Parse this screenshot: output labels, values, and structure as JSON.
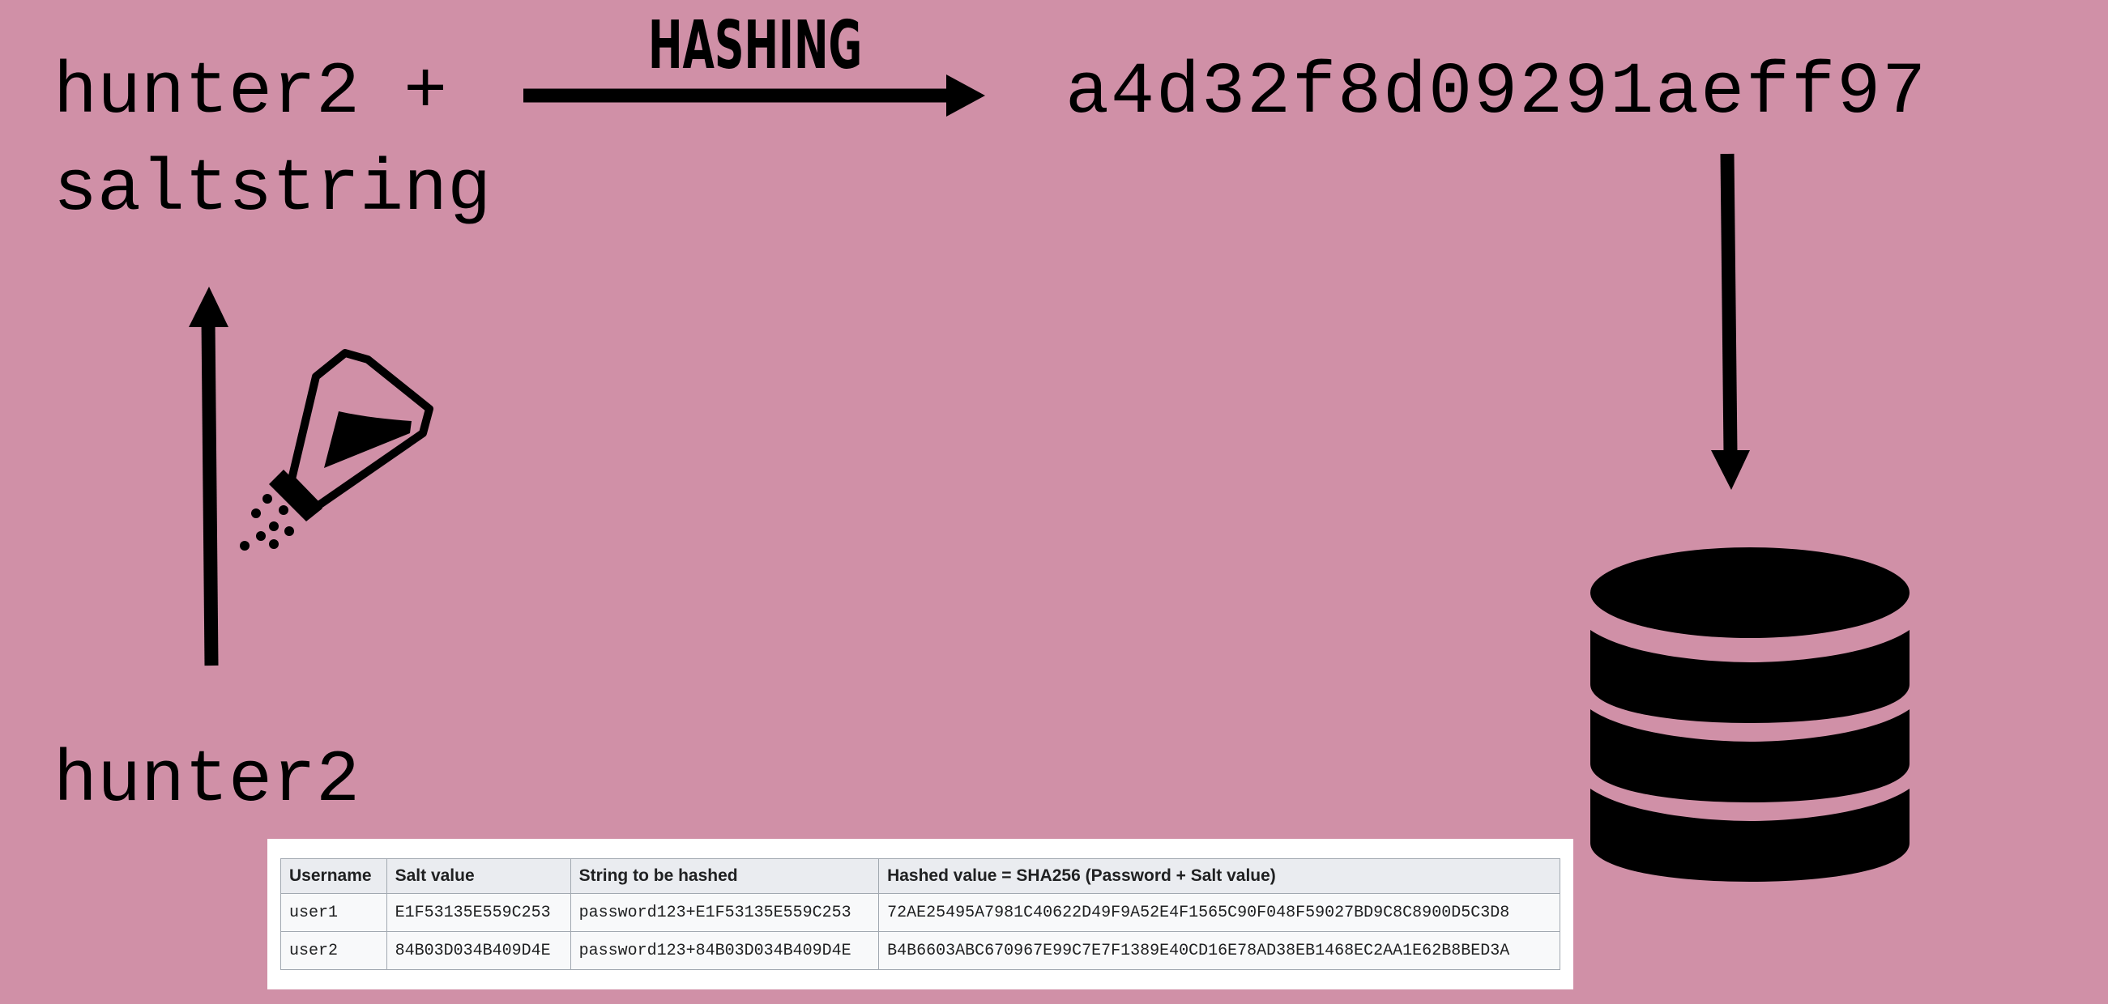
{
  "diagram": {
    "salted_input_line1": "hunter2 +",
    "salted_input_line2": "saltstring",
    "process_label": "HASHING",
    "hash_output": "a4d32f8d09291aeff97",
    "password": "hunter2",
    "icons": [
      "salt-shaker-icon",
      "database-icon"
    ],
    "background_color": "#d090a7"
  },
  "table": {
    "headers": [
      "Username",
      "Salt value",
      "String to be hashed",
      "Hashed value = SHA256 (Password + Salt value)"
    ],
    "rows": [
      [
        "user1",
        "E1F53135E559C253",
        "password123+E1F53135E559C253",
        "72AE25495A7981C40622D49F9A52E4F1565C90F048F59027BD9C8C8900D5C3D8"
      ],
      [
        "user2",
        "84B03D034B409D4E",
        "password123+84B03D034B409D4E",
        "B4B6603ABC670967E99C7E7F1389E40CD16E78AD38EB1468EC2AA1E62B8BED3A"
      ]
    ]
  }
}
